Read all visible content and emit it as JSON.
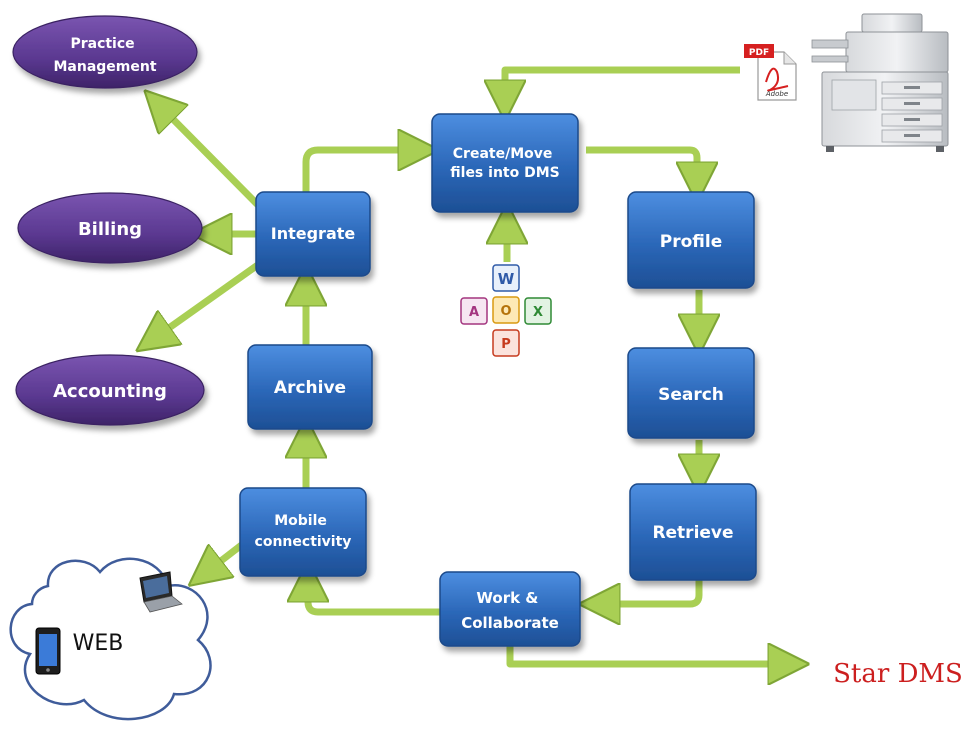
{
  "diagram": {
    "nodes": {
      "create_move": [
        "Create/Move",
        "files into DMS"
      ],
      "profile": [
        "Profile"
      ],
      "search": [
        "Search"
      ],
      "retrieve": [
        "Retrieve"
      ],
      "work_collaborate": [
        "Work &",
        "Collaborate"
      ],
      "mobile": [
        "Mobile",
        "connectivity"
      ],
      "archive": [
        "Archive"
      ],
      "integrate": [
        "Integrate"
      ]
    },
    "external": {
      "practice_management": [
        "Practice",
        "Management"
      ],
      "billing": [
        "Billing"
      ],
      "accounting": [
        "Accounting"
      ],
      "web": "WEB"
    },
    "brand": "Star DMS",
    "pdf_badge": "PDF",
    "pdf_word": "Adobe",
    "office_letters": {
      "word": "W",
      "outlook": "O",
      "powerpoint": "P",
      "excel": "X",
      "access": "A"
    }
  },
  "colors": {
    "box_fill": "#2e6fc3",
    "box_dark": "#1d4f95",
    "oval_fill": "#5c3a8f",
    "arrow": "#a9cf54",
    "arrow_dark": "#7fa636",
    "brand": "#cc1f1f"
  }
}
